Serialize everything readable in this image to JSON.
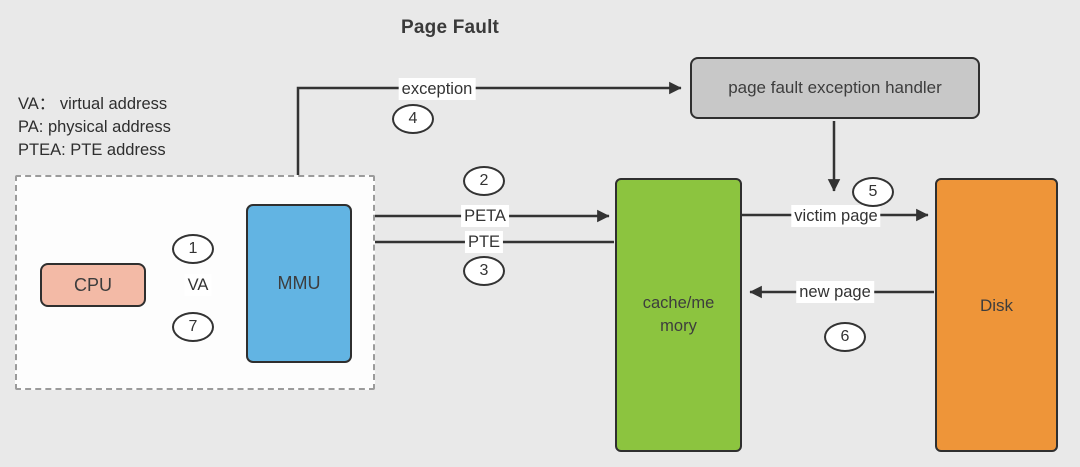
{
  "title": "Page Fault",
  "legend": {
    "line1": "VA： virtual address",
    "line2": "PA: physical address",
    "line3": "PTEA: PTE address"
  },
  "nodes": {
    "cpu": "CPU",
    "mmu": "MMU",
    "cache": "cache/memory",
    "disk": "Disk",
    "handler": "page fault exception handler"
  },
  "edges": {
    "va": "VA",
    "exception": "exception",
    "peta": "PETA",
    "pte": "PTE",
    "victim_page": "victim page",
    "new_page": "new page"
  },
  "steps": {
    "s1": "1",
    "s2": "2",
    "s3": "3",
    "s4": "4",
    "s5": "5",
    "s6": "6",
    "s7": "7"
  },
  "colors": {
    "background": "#e9e9e9",
    "cpu": "#f3baa6",
    "mmu": "#62b4e3",
    "cache": "#8cc43f",
    "disk": "#ee9539",
    "handler": "#c8c8c8",
    "line": "#333333"
  }
}
